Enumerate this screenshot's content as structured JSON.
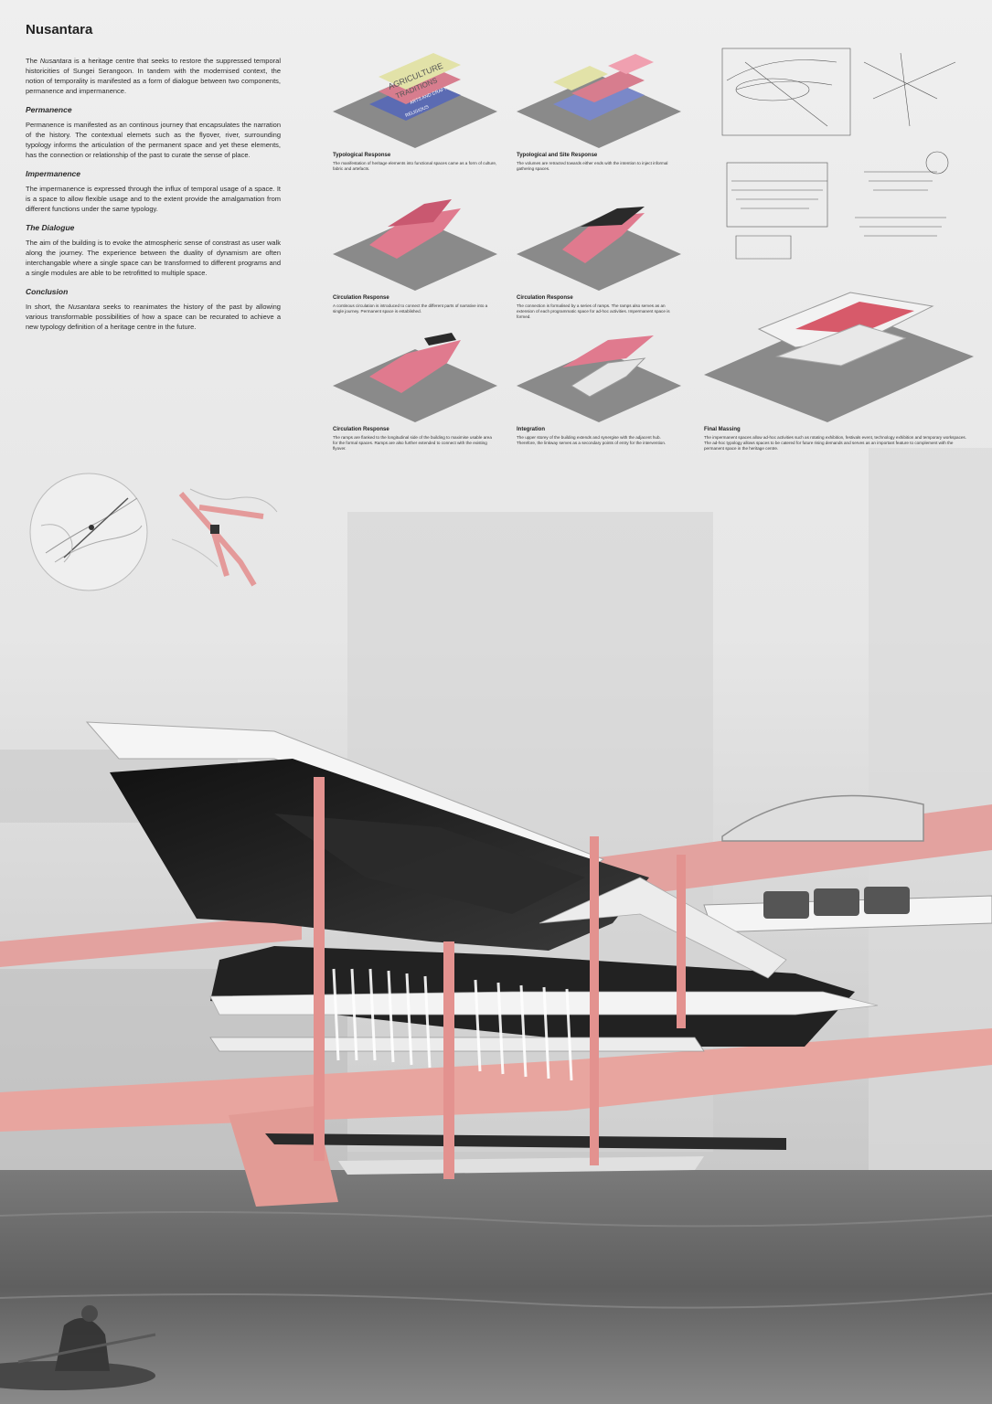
{
  "title": "Nusantara",
  "intro": {
    "pre": "The ",
    "italic": "Nusantara",
    "post": " is a heritage centre that seeks to restore the suppressed temporal historicities of Sungei Serangoon. In tandem with the modernised context, the notion of temporality is manifested as a form of dialogue between two components, permanence and impermanence."
  },
  "sections": [
    {
      "heading": "Permanence",
      "text": "Permanence is manifested as an continous journey that encapsulates the narration of the history. The contextual elemets such as the flyover, river, surrounding typology informs the articulation of the permanent space and yet these elements, has the connection or relationship of the past to curate the sense of place."
    },
    {
      "heading": "Impermanence",
      "text": "The impermanence is expressed through the influx of temporal usage of a space. It is a space to allow flexible usage and to the extent provide the amalgamation from different functions under the same typology."
    },
    {
      "heading": "The Dialogue",
      "text": "The aim of the building is to evoke the atmospheric sense of constrast as user walk along the journey. The experience between the duality of dynamism are often interchangable where a single space can be transformed to different programs and a single modules are able to be retrofitted to multiple space."
    }
  ],
  "conclusion": {
    "heading": "Conclusion",
    "pre": "In short, the ",
    "italic": "Nusantara",
    "post": " seeks to reanimates the history of the past by allowing various transformable possibilities of how a space can be recurated to achieve a new typology definition of a heritage centre in the future."
  },
  "diagram_labels": {
    "line1": "AGRICULTURE",
    "line2": "TRADITIONS",
    "line3": "ARTS AND CRAFTS",
    "line4": "RELIGIOUS"
  },
  "panels": [
    {
      "title": "Typological Response",
      "text": "The manifestation of heritage elements into functional spaces came as a form of culture, fabric and artefacts."
    },
    {
      "title": "Typological and Site Response",
      "text": "The volumes are retracted towards either ends with the intention to inject informal gathering spaces."
    },
    {
      "title": "Circulation Response",
      "text": "A continous circulation is introduced to connect the different parts of narrative into a single journey. Permanent space is established."
    },
    {
      "title": "Circulation Response",
      "text": "The connection is formalised by a series of ramps. The ramps also serves as an extension of each programmatic space for ad-hoc activities. Impermanent space is formed."
    },
    {
      "title": "Circulation Response",
      "text": "The ramps are flanked to the longitudinal side of the building to maximise usable area for the formal spaces. Ramps are also further extended to connect with the existing flyover."
    },
    {
      "title": "Integration",
      "text": "The upper storey of the building extends and synergise with the adjacent hub. Therefore, the linkway serves as a secondary points of entry for the intervention."
    },
    {
      "title": "Final Massing",
      "text": "The impermanent spaces allow ad-hoc activities such as rotating exhibition, festivals event, technology exhibition and temporary workspaces. The ad-hoc typology allows spaces to be catered for future rising demands and serves as an important feature to complement with the permanent space in the heritage centre."
    }
  ],
  "colors": {
    "accent_pink": "#e2989a",
    "dark": "#1e1e1e",
    "sky": "#d9d9d9",
    "water": "#6d6d6d"
  }
}
